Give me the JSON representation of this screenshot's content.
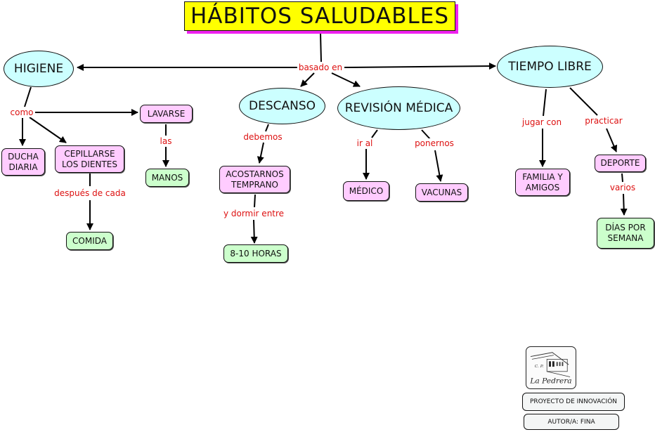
{
  "title": "HÁBITOS SALUDABLES",
  "colors": {
    "title_bg": "#ffff00",
    "title_shadow": "#ee22ee",
    "concept_ellipse": "#ccffff",
    "concept_pink": "#ffccff",
    "concept_green": "#ccffcc",
    "link_text": "#dd1111"
  },
  "concepts": {
    "higiene": "HIGIENE",
    "descanso": "DESCANSO",
    "revision_medica": "REVISIÓN MÉDICA",
    "tiempo_libre": "TIEMPO LIBRE",
    "lavarse": "LAVARSE",
    "ducha_diaria": "DUCHA DIARIA",
    "cepillarse": "CEPILLARSE LOS DIENTES",
    "manos": "MANOS",
    "comida": "COMIDA",
    "acostarnos": "ACOSTARNOS TEMPRANO",
    "horas": "8-10 HORAS",
    "medico": "MÉDICO",
    "vacunas": "VACUNAS",
    "familia": "FAMILIA Y AMIGOS",
    "deporte": "DEPORTE",
    "dias_semana": "DÍAS POR SEMANA"
  },
  "links": {
    "basado_en": "basado en",
    "como": "como",
    "las": "las",
    "despues_de_cada": "después de cada",
    "debemos": "debemos",
    "y_dormir_entre": "y dormir entre",
    "ir_al": "ir al",
    "ponernos": "ponernos",
    "jugar_con": "jugar con",
    "practicar": "practicar",
    "varios": "varios"
  },
  "footer": {
    "logo_text_top": "C. P.",
    "logo_text_main": "La Pedrera",
    "project": "PROYECTO DE INNOVACIÓN",
    "author": "AUTOR/A: FINA"
  }
}
